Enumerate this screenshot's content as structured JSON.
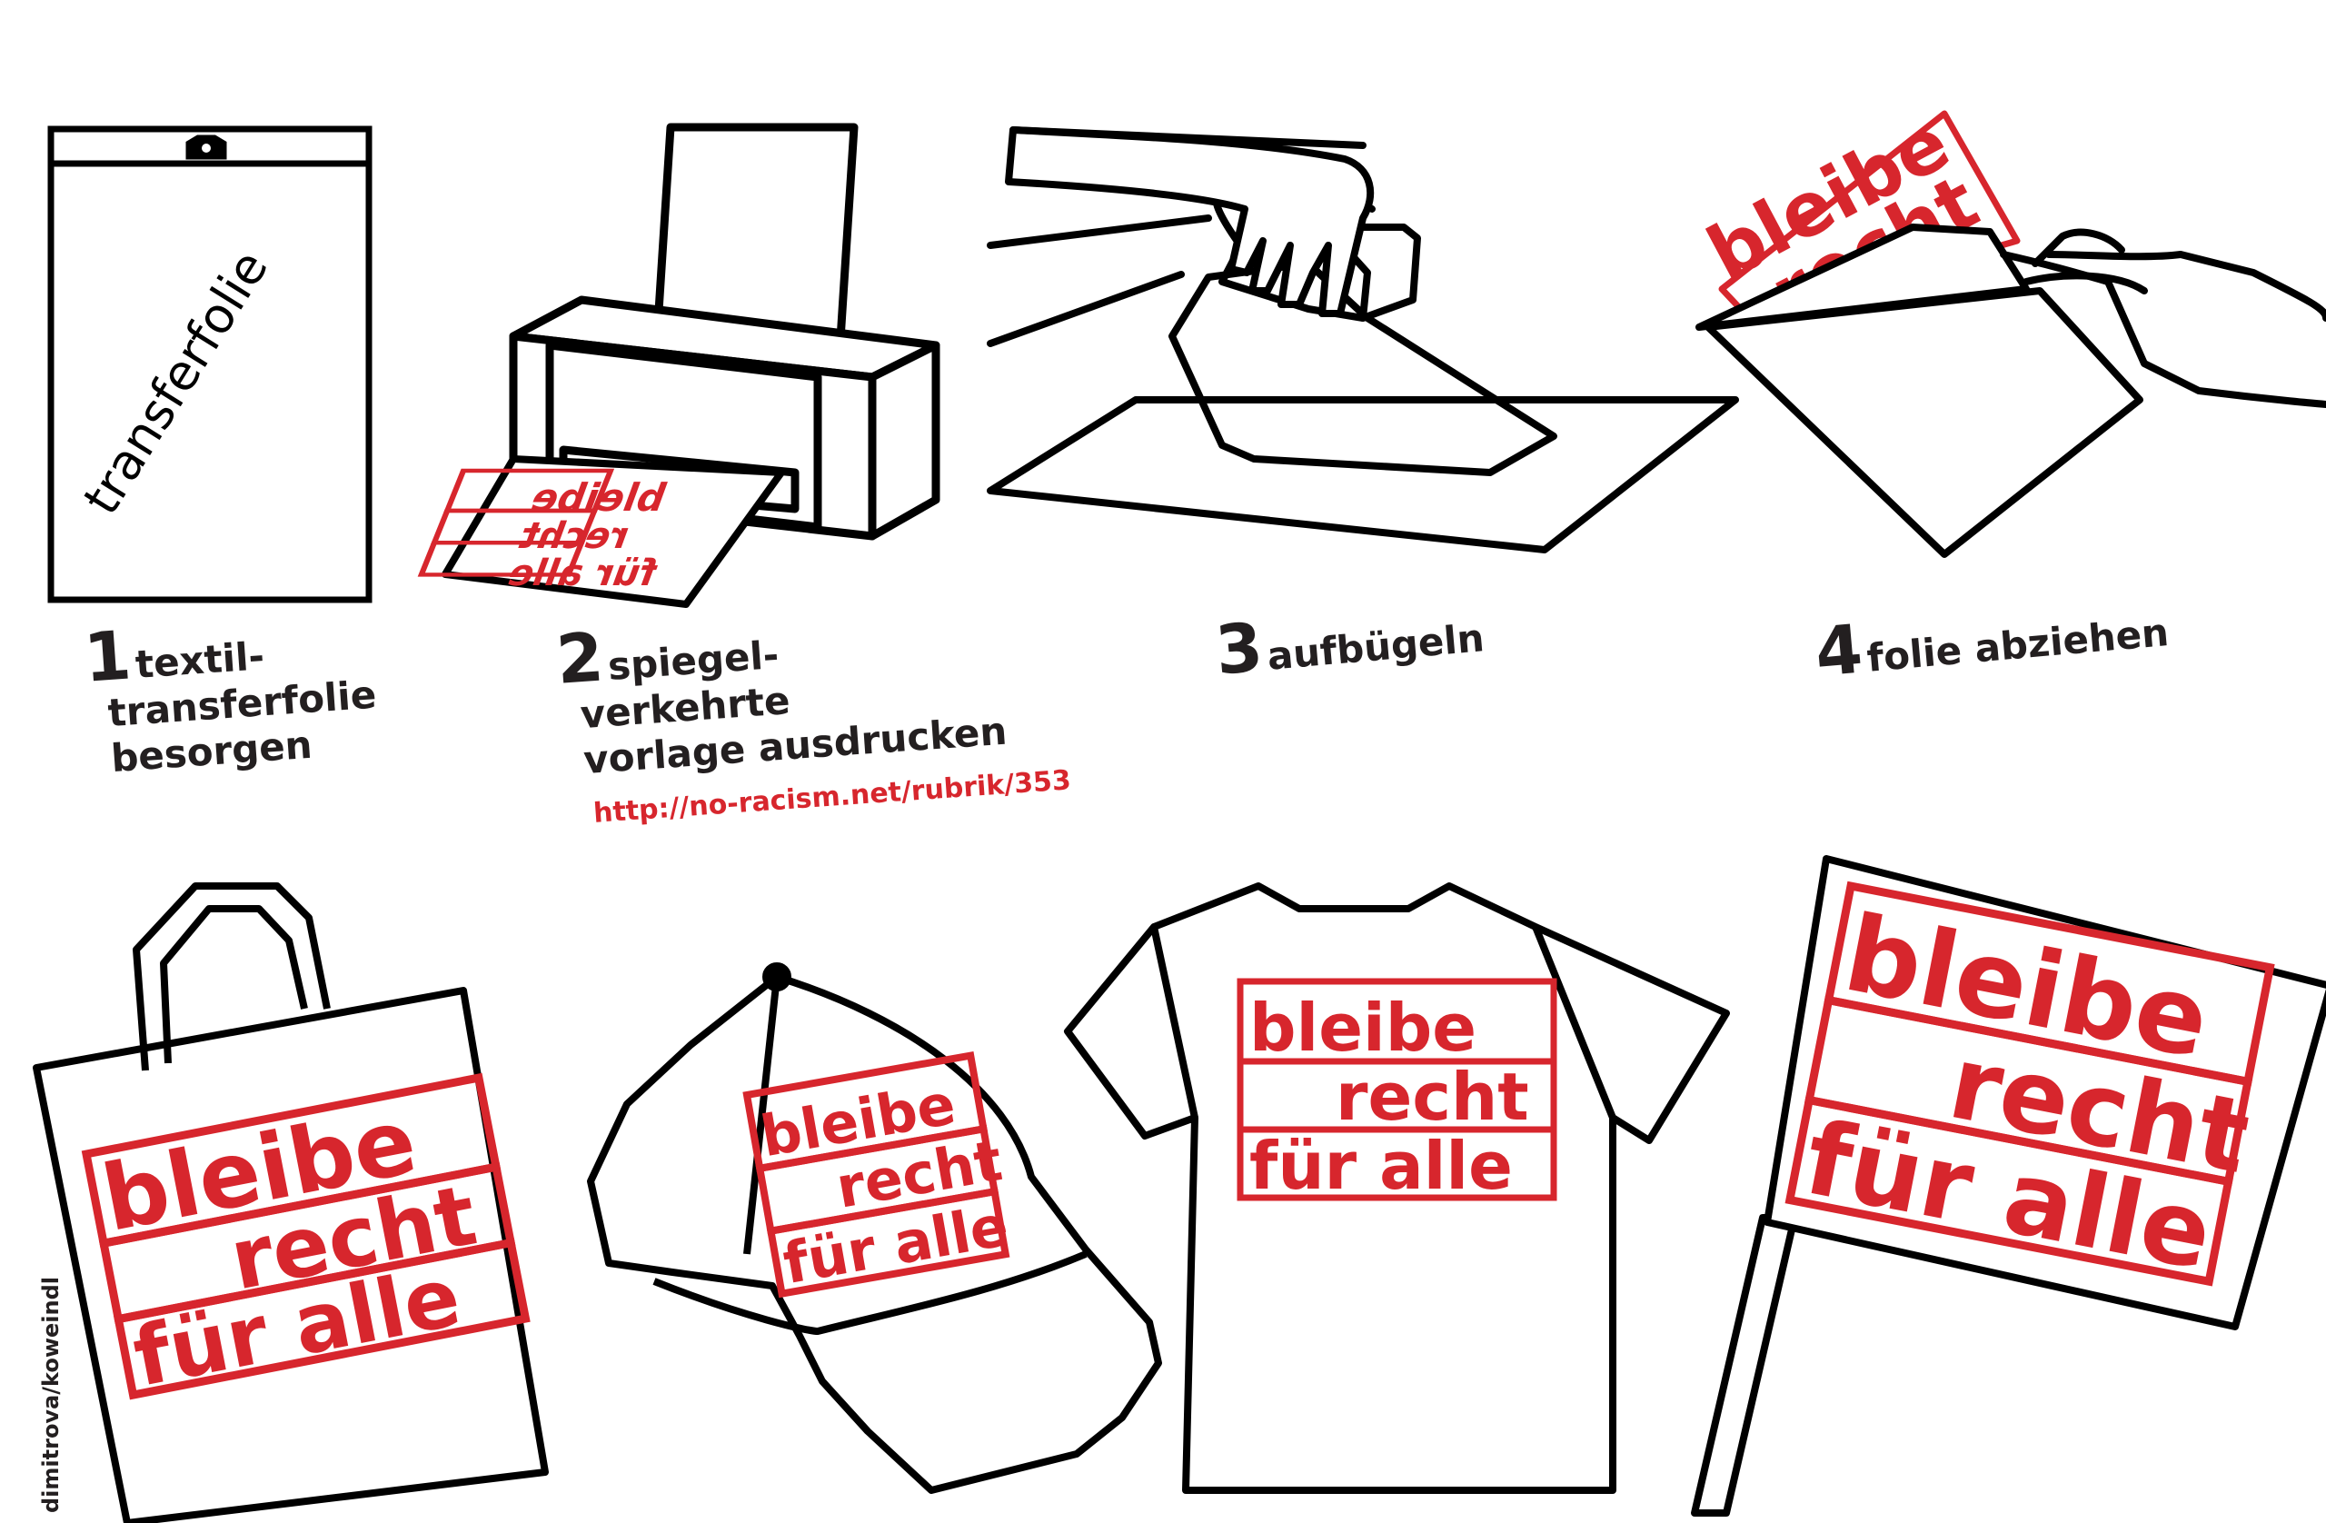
{
  "steps": [
    {
      "num": "1",
      "lines": [
        "textil-",
        "transferfolie",
        "besorgen"
      ]
    },
    {
      "num": "2",
      "lines": [
        "spiegel-",
        "verkehrte",
        "vorlage ausdrucken"
      ],
      "url": "http://no-racism.net/rubrik/353"
    },
    {
      "num": "3",
      "lines": [
        "aufbügeln"
      ]
    },
    {
      "num": "4",
      "lines": [
        "folie abziehen"
      ]
    }
  ],
  "package_label": "transferfolie",
  "slogan": [
    "bleibe",
    "recht",
    "für alle"
  ],
  "credit": "dimitrova/koweindl",
  "colors": {
    "accent": "#d7262d",
    "ink": "#231f20",
    "background": "#ffffff"
  }
}
